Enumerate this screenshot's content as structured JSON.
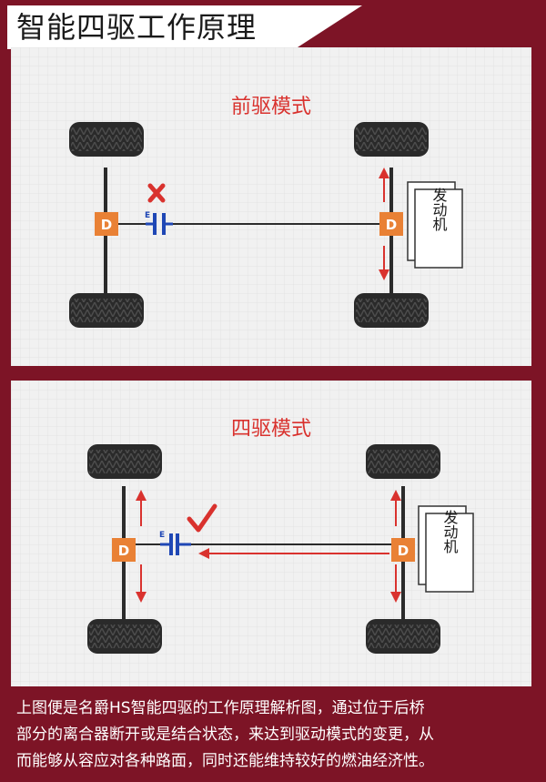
{
  "header": {
    "title": "智能四驱工作原理"
  },
  "diagrams": [
    {
      "mode_title": "前驱模式",
      "diff_label": "D",
      "clutch_label": "E",
      "clutch_state": "disengaged",
      "engine_label": "发动机",
      "colors": {
        "diff": "#e98135",
        "clutch": "#1f47b5",
        "arrow": "#d9322e",
        "title": "#d9322e"
      }
    },
    {
      "mode_title": "四驱模式",
      "diff_label": "D",
      "clutch_label": "E",
      "clutch_state": "engaged",
      "engine_label": "发动机",
      "colors": {
        "diff": "#e98135",
        "clutch": "#1f47b5",
        "arrow": "#d9322e",
        "title": "#d9322e"
      }
    }
  ],
  "caption": {
    "lines": [
      "上图便是名爵HS智能四驱的工作原理解析图，通过位于后桥",
      "部分的离合器断开或是结合状态，来达到驱动模式的变更，从",
      "而能够从容应对各种路面，同时还能维持较好的燃油经济性。"
    ]
  }
}
